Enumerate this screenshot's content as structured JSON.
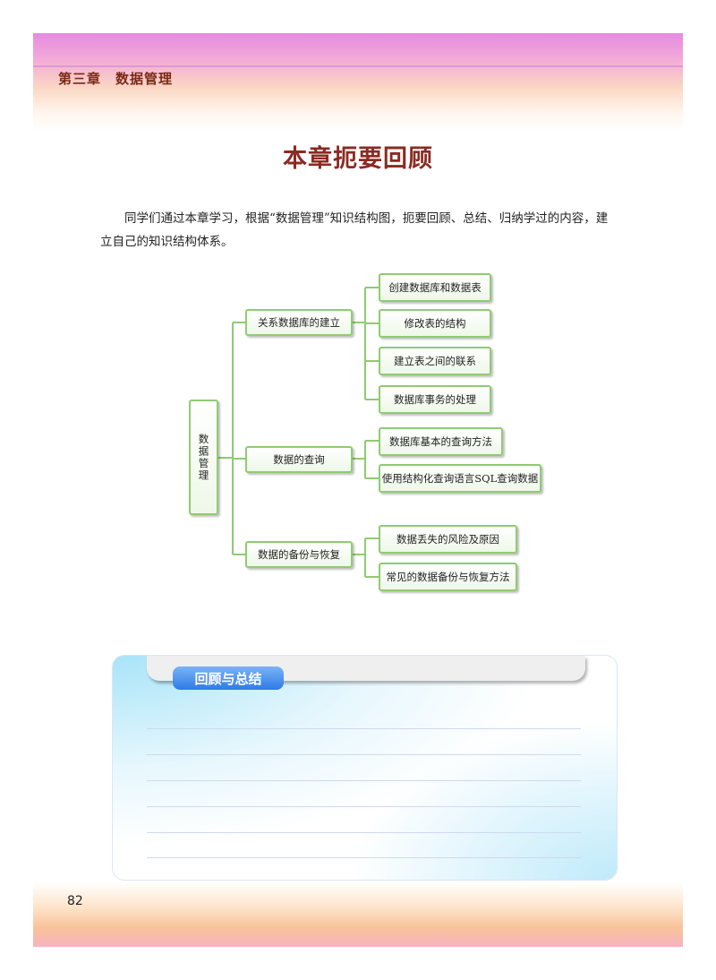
{
  "header": {
    "chapter": "第三章　数据管理"
  },
  "title": "本章扼要回顾",
  "intro": "同学们通过本章学习，根据“数据管理”知识结构图，扼要回顾、总结、归纳学过的内容，建立自己的知识结构体系。",
  "diagram": {
    "root": "数据管理",
    "branches": [
      {
        "label": "关系数据库的建立",
        "children": [
          "创建数据库和数据表",
          "修改表的结构",
          "建立表之间的联系",
          "数据库事务的处理"
        ]
      },
      {
        "label": "数据的查询",
        "children": [
          "数据库基本的查询方法",
          "使用结构化查询语言SQL查询数据"
        ]
      },
      {
        "label": "数据的备份与恢复",
        "children": [
          "数据丢失的风险及原因",
          "常见的数据备份与恢复方法"
        ]
      }
    ],
    "line_color": "#8fcb72"
  },
  "review": {
    "tab_label": "回顾与总结",
    "line_count": 6
  },
  "footer": {
    "page_number": "82"
  }
}
